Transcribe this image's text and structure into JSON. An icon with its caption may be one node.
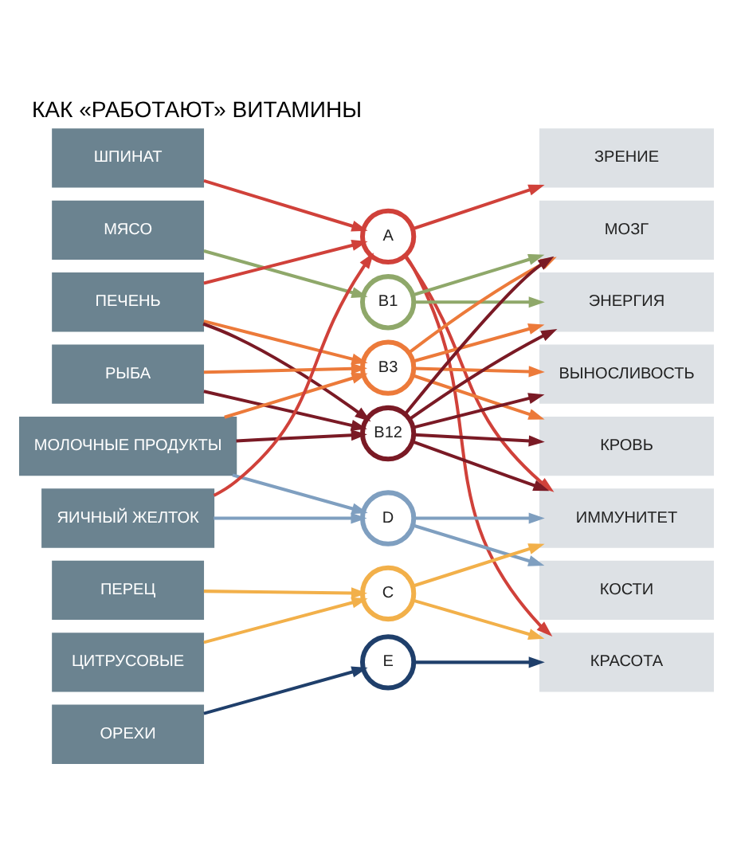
{
  "diagram": {
    "title": "КАК «РАБОТАЮТ» ВИТАМИНЫ",
    "nodes": [
      {
        "text": [
          "ШПИНАТ"
        ]
      },
      {
        "text": [
          "МЯСО"
        ]
      },
      {
        "text": [
          "ПЕЧЕНЬ"
        ]
      },
      {
        "text": [
          "РЫБА"
        ]
      },
      {
        "text": [
          "МОЛОЧНЫЕ ПРОДУКТЫ"
        ]
      },
      {
        "text": [
          "ЯИЧНЫЙ ЖЕЛТОК"
        ]
      },
      {
        "text": [
          "ПЕРЕЦ"
        ]
      },
      {
        "text": [
          "ЦИТРУСОВЫЕ"
        ]
      },
      {
        "text": [
          "ОРЕХИ"
        ]
      },
      {
        "text": [
          "A"
        ]
      },
      {
        "text": [
          "B1"
        ]
      },
      {
        "text": [
          "B3"
        ]
      },
      {
        "text": [
          "B12"
        ]
      },
      {
        "text": [
          "D"
        ]
      },
      {
        "text": [
          "C"
        ]
      },
      {
        "text": [
          "E"
        ]
      },
      {
        "text": [
          "ЗРЕНИЕ"
        ]
      },
      {
        "text": [
          "МОЗГ"
        ]
      },
      {
        "text": [
          "ЭНЕРГИЯ"
        ]
      },
      {
        "text": [
          "ВЫНОСЛИВОСТЬ"
        ]
      },
      {
        "text": [
          "КРОВЬ"
        ]
      },
      {
        "text": [
          "ИММУНИТЕТ"
        ]
      },
      {
        "text": [
          "КОСТИ"
        ]
      },
      {
        "text": [
          "КРАСОТА"
        ]
      }
    ],
    "edges": [
      {
        "from": 0,
        "to": 9,
        "arrow": "to",
        "color": "#d0413a"
      },
      {
        "from": 2,
        "to": 9,
        "arrow": "to",
        "color": "#d0413a"
      },
      {
        "from": 5,
        "to": 9,
        "arrow": "to",
        "color": "#d0413a"
      },
      {
        "from": 1,
        "to": 10,
        "arrow": "to",
        "color": "#8fa86a"
      },
      {
        "from": 2,
        "to": 11,
        "arrow": "to",
        "color": "#ec7a3a"
      },
      {
        "from": 3,
        "to": 11,
        "arrow": "to",
        "color": "#ec7a3a"
      },
      {
        "from": 4,
        "to": 11,
        "arrow": "to",
        "color": "#ec7a3a"
      },
      {
        "from": 2,
        "to": 12,
        "arrow": "to",
        "color": "#7a1a25"
      },
      {
        "from": 3,
        "to": 12,
        "arrow": "to",
        "color": "#7a1a25"
      },
      {
        "from": 4,
        "to": 12,
        "arrow": "to",
        "color": "#7a1a25"
      },
      {
        "from": 4,
        "to": 13,
        "arrow": "to",
        "color": "#7f9fc0"
      },
      {
        "from": 5,
        "to": 13,
        "arrow": "to",
        "color": "#7f9fc0"
      },
      {
        "from": 6,
        "to": 14,
        "arrow": "to",
        "color": "#f2b04a"
      },
      {
        "from": 7,
        "to": 14,
        "arrow": "to",
        "color": "#f2b04a"
      },
      {
        "from": 8,
        "to": 15,
        "arrow": "to",
        "color": "#1f3f6b"
      },
      {
        "from": 9,
        "to": 16,
        "arrow": "to",
        "color": "#d0413a"
      },
      {
        "from": 9,
        "to": 21,
        "arrow": "to",
        "color": "#d0413a"
      },
      {
        "from": 9,
        "to": 23,
        "arrow": "to",
        "color": "#d0413a"
      },
      {
        "from": 10,
        "to": 17,
        "arrow": "to",
        "color": "#8fa86a"
      },
      {
        "from": 10,
        "to": 18,
        "arrow": "to",
        "color": "#8fa86a"
      },
      {
        "from": 11,
        "to": 17,
        "arrow": "to",
        "color": "#ec7a3a"
      },
      {
        "from": 11,
        "to": 18,
        "arrow": "to",
        "color": "#ec7a3a"
      },
      {
        "from": 11,
        "to": 19,
        "arrow": "to",
        "color": "#ec7a3a"
      },
      {
        "from": 11,
        "to": 20,
        "arrow": "to",
        "color": "#ec7a3a"
      },
      {
        "from": 12,
        "to": 17,
        "arrow": "to",
        "color": "#7a1a25"
      },
      {
        "from": 12,
        "to": 18,
        "arrow": "to",
        "color": "#7a1a25"
      },
      {
        "from": 12,
        "to": 19,
        "arrow": "to",
        "color": "#7a1a25"
      },
      {
        "from": 12,
        "to": 20,
        "arrow": "to",
        "color": "#7a1a25"
      },
      {
        "from": 12,
        "to": 21,
        "arrow": "to",
        "color": "#7a1a25"
      },
      {
        "from": 13,
        "to": 21,
        "arrow": "to",
        "color": "#7f9fc0"
      },
      {
        "from": 13,
        "to": 22,
        "arrow": "to",
        "color": "#7f9fc0"
      },
      {
        "from": 14,
        "to": 21,
        "arrow": "to",
        "color": "#f2b04a"
      },
      {
        "from": 14,
        "to": 23,
        "arrow": "to",
        "color": "#f2b04a"
      },
      {
        "from": 15,
        "to": 23,
        "arrow": "to",
        "color": "#1f3f6b"
      }
    ]
  }
}
